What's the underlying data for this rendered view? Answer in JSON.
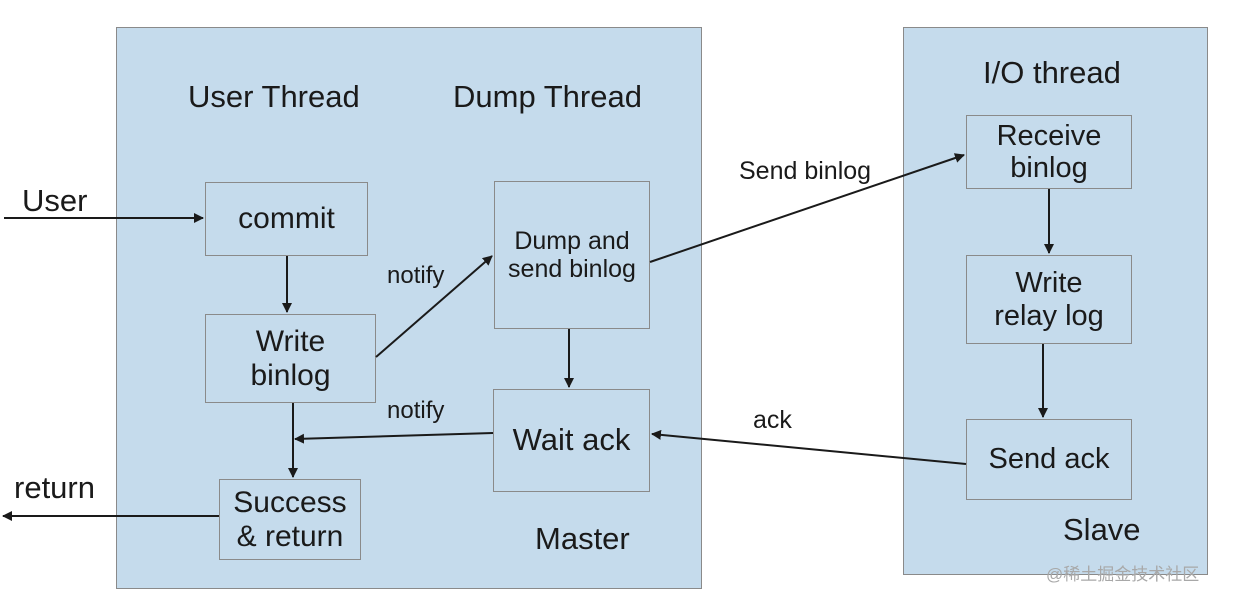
{
  "master": {
    "user_thread": "User Thread",
    "dump_thread": "Dump Thread",
    "name": "Master",
    "commit": "commit",
    "write_binlog": "Write\nbinlog",
    "success_return": "Success\n& return",
    "dump_send": "Dump and\nsend binlog",
    "wait_ack": "Wait ack"
  },
  "slave": {
    "io_thread": "I/O thread",
    "name": "Slave",
    "receive_binlog": "Receive\nbinlog",
    "write_relay": "Write\nrelay log",
    "send_ack": "Send ack"
  },
  "edges": {
    "user": "User",
    "return": "return",
    "notify_1": "notify",
    "notify_2": "notify",
    "send_binlog": "Send binlog",
    "ack": "ack"
  },
  "watermark": "@稀土掘金技术社区",
  "colors": {
    "panel": "#c5dbec",
    "border": "#8a8a8a",
    "arrow": "#1a1a1a"
  }
}
